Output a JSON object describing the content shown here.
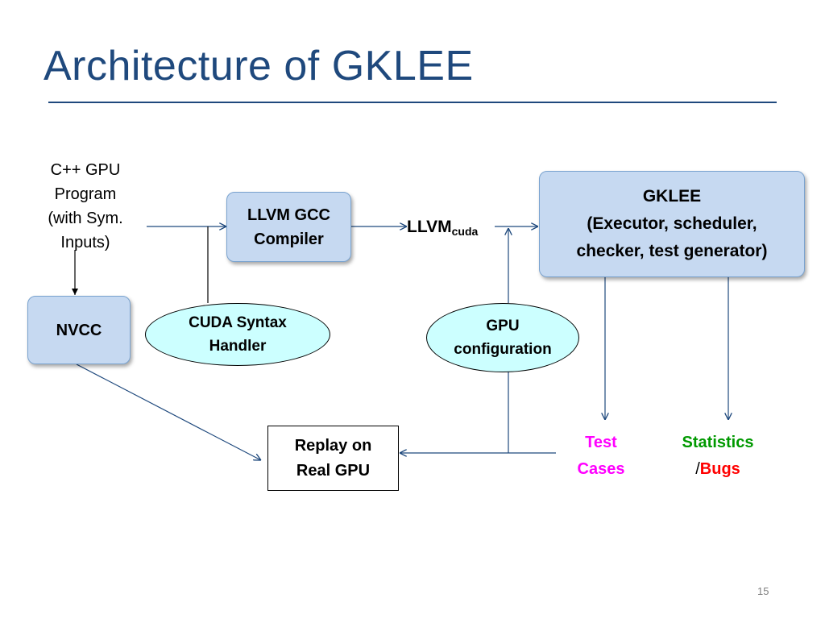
{
  "title": "Architecture of GKLEE",
  "nodes": {
    "source_program": [
      "C++ GPU",
      "Program",
      "(with Sym.",
      "Inputs)"
    ],
    "llvm_gcc": [
      "LLVM GCC",
      "Compiler"
    ],
    "llvm_cuda": {
      "main": "LLVM",
      "sub": "cuda"
    },
    "gklee": [
      "GKLEE",
      "(Executor, scheduler,",
      "checker, test generator)"
    ],
    "nvcc": "NVCC",
    "cuda_syntax_handler": [
      "CUDA Syntax",
      "Handler"
    ],
    "gpu_configuration": [
      "GPU",
      "configuration"
    ],
    "replay": [
      "Replay on",
      "Real GPU"
    ],
    "test_cases": [
      "Test",
      "Cases"
    ],
    "statistics": "Statistics",
    "slash": "/",
    "bugs": "Bugs"
  },
  "colors": {
    "title": "#1f497d",
    "rounded_box_fill": "#c6d9f1",
    "ellipse_fill": "#ccffff",
    "arrow": "#1f497d",
    "test_cases": "#ff00ff",
    "statistics": "#009900",
    "bugs": "#ff0000"
  },
  "page_number": "15"
}
